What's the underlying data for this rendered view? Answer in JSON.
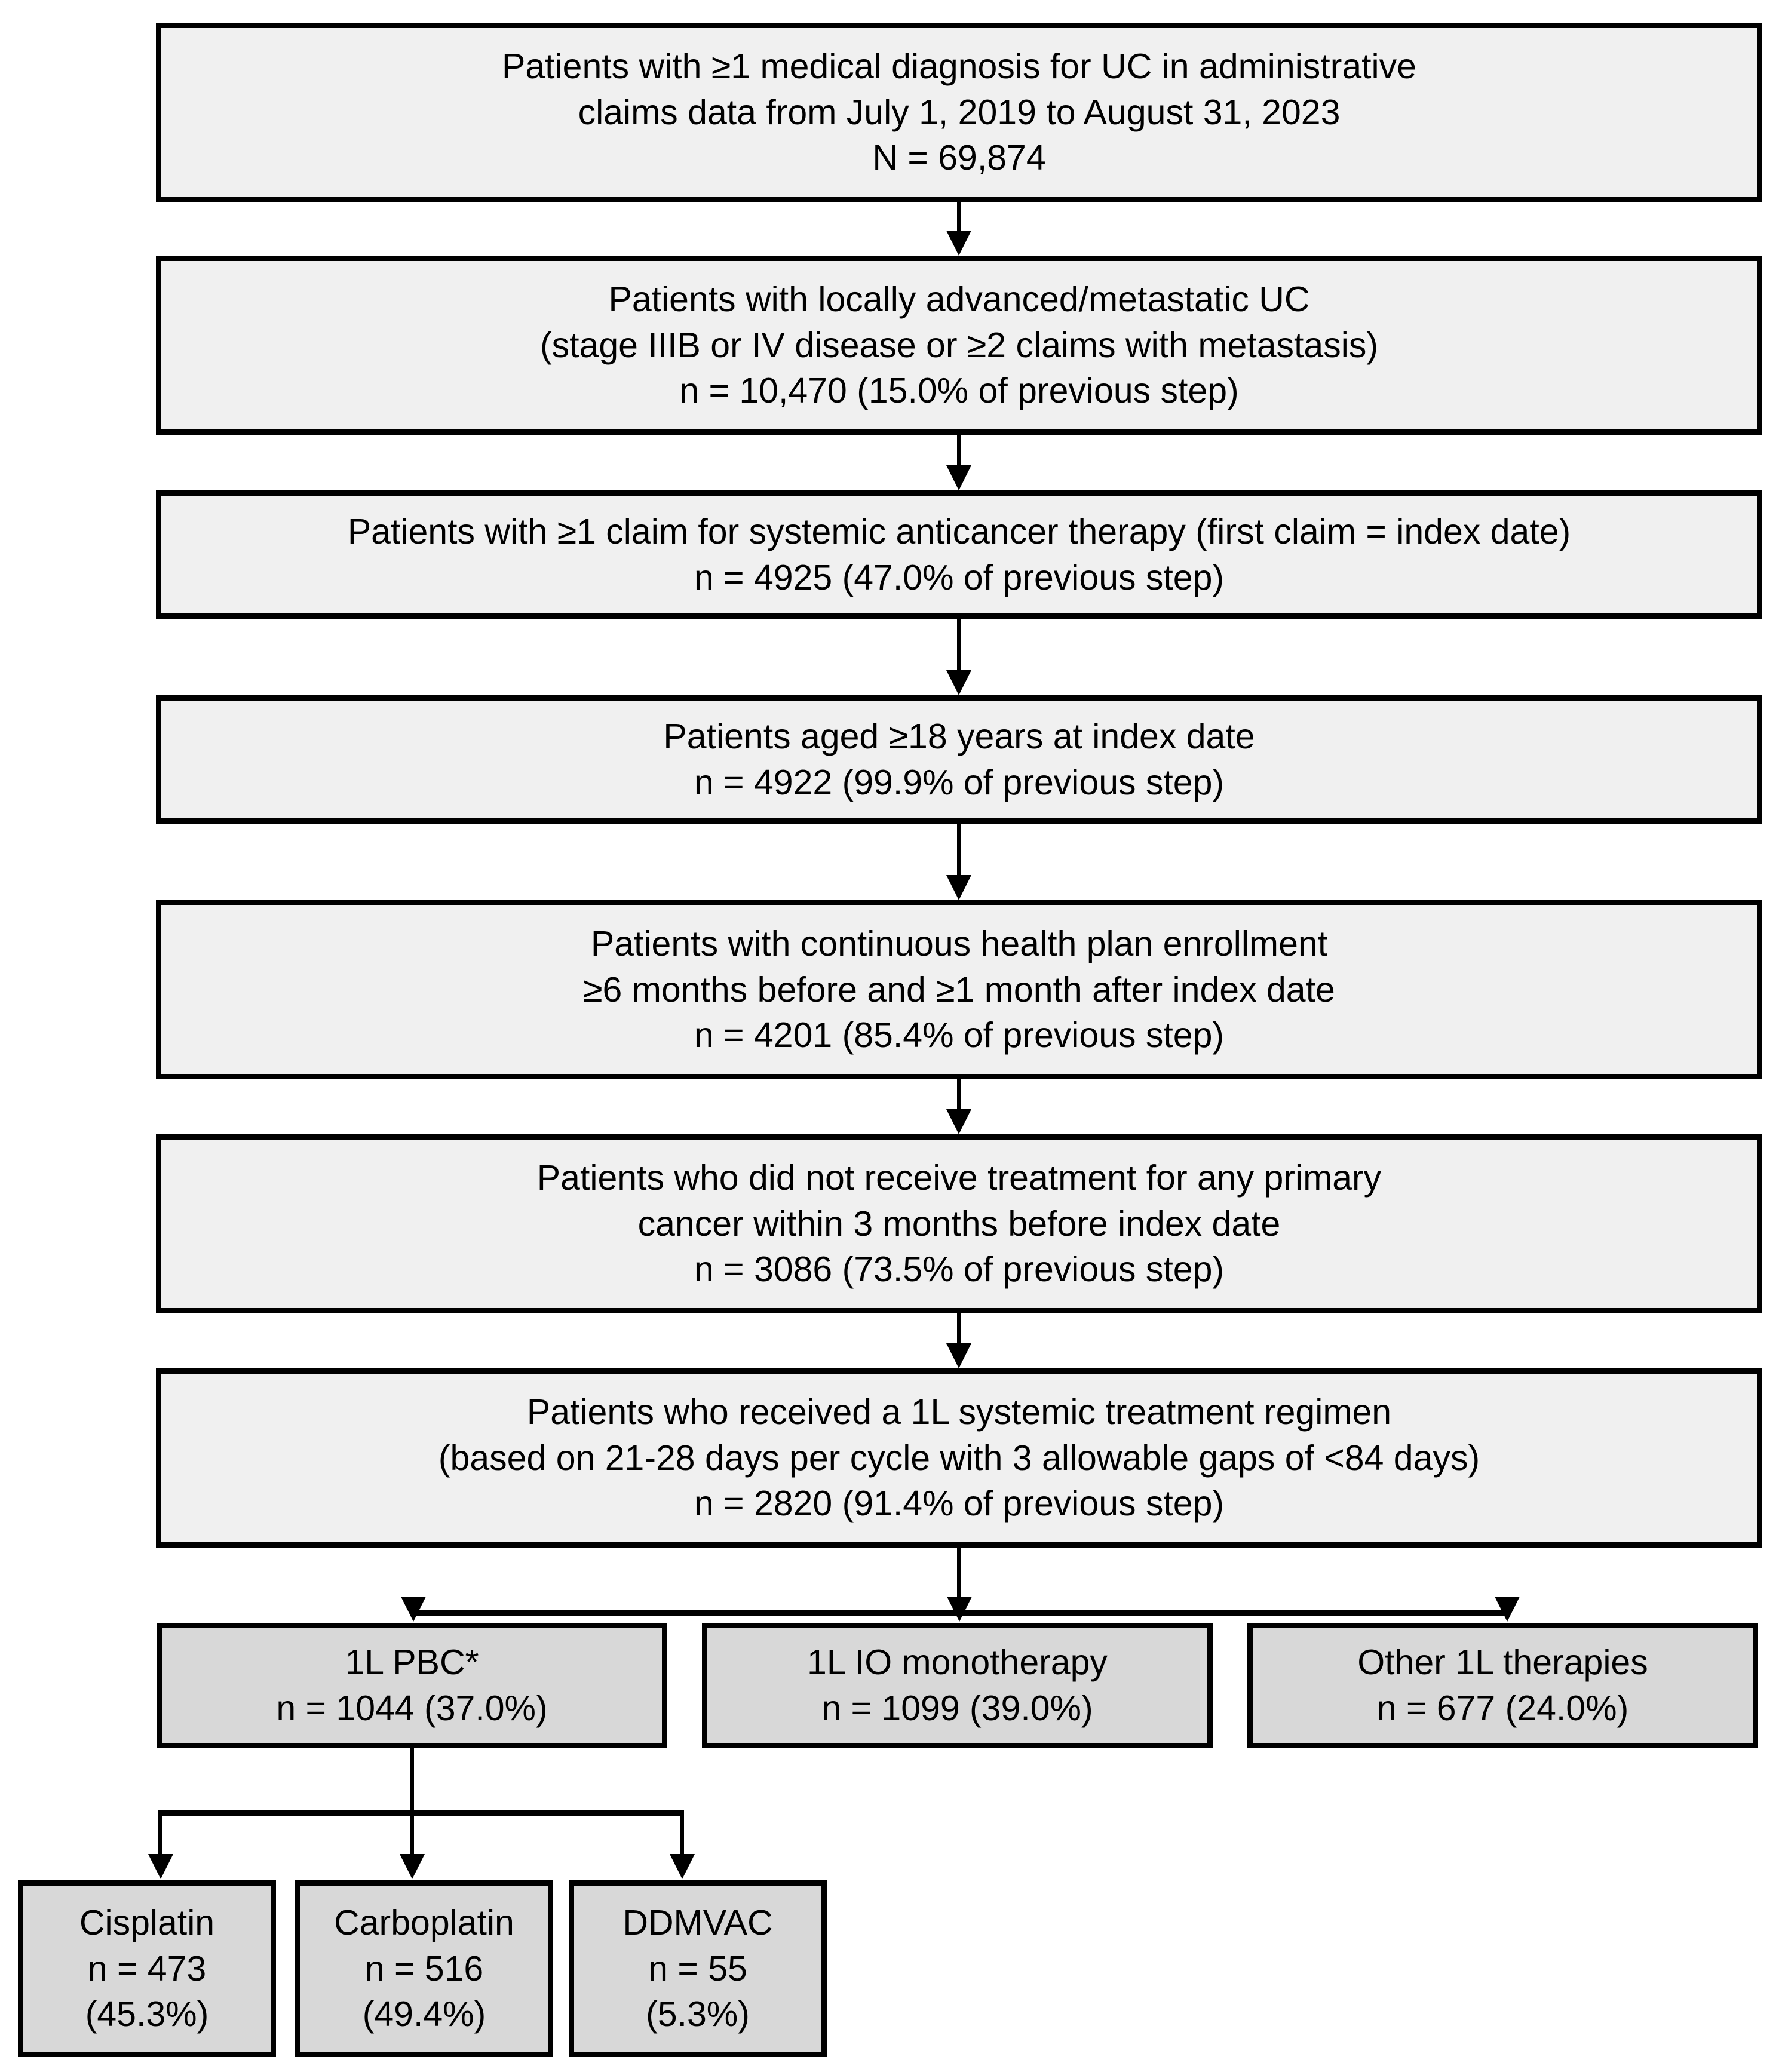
{
  "diagram": {
    "title": "Patient attrition flow diagram for urothelial carcinoma claims study",
    "colors": {
      "step_fill": "#f0f0f0",
      "regimen_fill": "#d8d8d8",
      "border": "#000000",
      "text": "#000000",
      "background": "#ffffff"
    }
  },
  "steps": [
    {
      "id": "step-1-uc-diagnosis",
      "lines": [
        "Patients with ≥1 medical diagnosis for UC in administrative",
        "claims data from July 1, 2019 to August 31, 2023",
        "N = 69,874"
      ],
      "n_label": "N = 69,874",
      "n_value": 69874
    },
    {
      "id": "step-2-locally-advanced",
      "lines": [
        "Patients with locally advanced/metastatic UC",
        "(stage IIIB or IV disease or ≥2 claims with metastasis)",
        "n = 10,470 (15.0% of previous step)"
      ],
      "n_label": "n = 10,470 (15.0% of previous step)",
      "n_value": 10470,
      "pct_of_previous": 15.0
    },
    {
      "id": "step-3-systemic-anticancer-claim",
      "lines": [
        "Patients with ≥1 claim for systemic anticancer therapy (first claim = index date)",
        "n = 4925 (47.0% of previous step)"
      ],
      "n_label": "n = 4925 (47.0% of previous step)",
      "n_value": 4925,
      "pct_of_previous": 47.0
    },
    {
      "id": "step-4-age-18",
      "lines": [
        "Patients aged ≥18 years at index date",
        "n = 4922 (99.9% of previous step)"
      ],
      "n_label": "n = 4922 (99.9% of previous step)",
      "n_value": 4922,
      "pct_of_previous": 99.9
    },
    {
      "id": "step-5-continuous-enrollment",
      "lines": [
        "Patients with continuous health plan enrollment",
        "≥6 months before and ≥1 month after index date",
        "n = 4201 (85.4% of previous step)"
      ],
      "n_label": "n = 4201 (85.4% of previous step)",
      "n_value": 4201,
      "pct_of_previous": 85.4
    },
    {
      "id": "step-6-no-prior-primary-cancer-treatment",
      "lines": [
        "Patients who did not receive treatment for any primary",
        "cancer within 3 months before index date",
        "n = 3086 (73.5% of previous step)"
      ],
      "n_label": "n = 3086 (73.5% of previous step)",
      "n_value": 3086,
      "pct_of_previous": 73.5
    },
    {
      "id": "step-7-received-1l-regimen",
      "lines": [
        "Patients who received a 1L systemic treatment regimen",
        "(based on 21-28 days per cycle with 3 allowable gaps of <84 days)",
        "n = 2820 (91.4% of previous step)"
      ],
      "n_label": "n = 2820 (91.4% of previous step)",
      "n_value": 2820,
      "pct_of_previous": 91.4
    }
  ],
  "regimens": [
    {
      "id": "regimen-1l-pbc",
      "lines": [
        "1L PBC*",
        "n = 1044 (37.0%)"
      ],
      "label": "1L PBC*",
      "n_label": "n = 1044 (37.0%)",
      "n_value": 1044,
      "pct": 37.0
    },
    {
      "id": "regimen-1l-io-monotherapy",
      "lines": [
        "1L IO monotherapy",
        "n = 1099 (39.0%)"
      ],
      "label": "1L IO monotherapy",
      "n_label": "n = 1099 (39.0%)",
      "n_value": 1099,
      "pct": 39.0
    },
    {
      "id": "regimen-other-1l-therapies",
      "lines": [
        "Other 1L therapies",
        "n = 677 (24.0%)"
      ],
      "label": "Other 1L therapies",
      "n_label": "n = 677 (24.0%)",
      "n_value": 677,
      "pct": 24.0
    }
  ],
  "agents": [
    {
      "id": "agent-cisplatin",
      "lines": [
        "Cisplatin",
        "n = 473",
        "(45.3%)"
      ],
      "label": "Cisplatin",
      "n_label": "n = 473",
      "pct_label": "(45.3%)",
      "n_value": 473,
      "pct": 45.3
    },
    {
      "id": "agent-carboplatin",
      "lines": [
        "Carboplatin",
        "n = 516",
        "(49.4%)"
      ],
      "label": "Carboplatin",
      "n_label": "n = 516",
      "pct_label": "(49.4%)",
      "n_value": 516,
      "pct": 49.4
    },
    {
      "id": "agent-ddmvac",
      "lines": [
        "DDMVAC",
        "n = 55",
        "(5.3%)"
      ],
      "label": "DDMVAC",
      "n_label": "n = 55",
      "pct_label": "(5.3%)",
      "n_value": 55,
      "pct": 5.3
    }
  ]
}
